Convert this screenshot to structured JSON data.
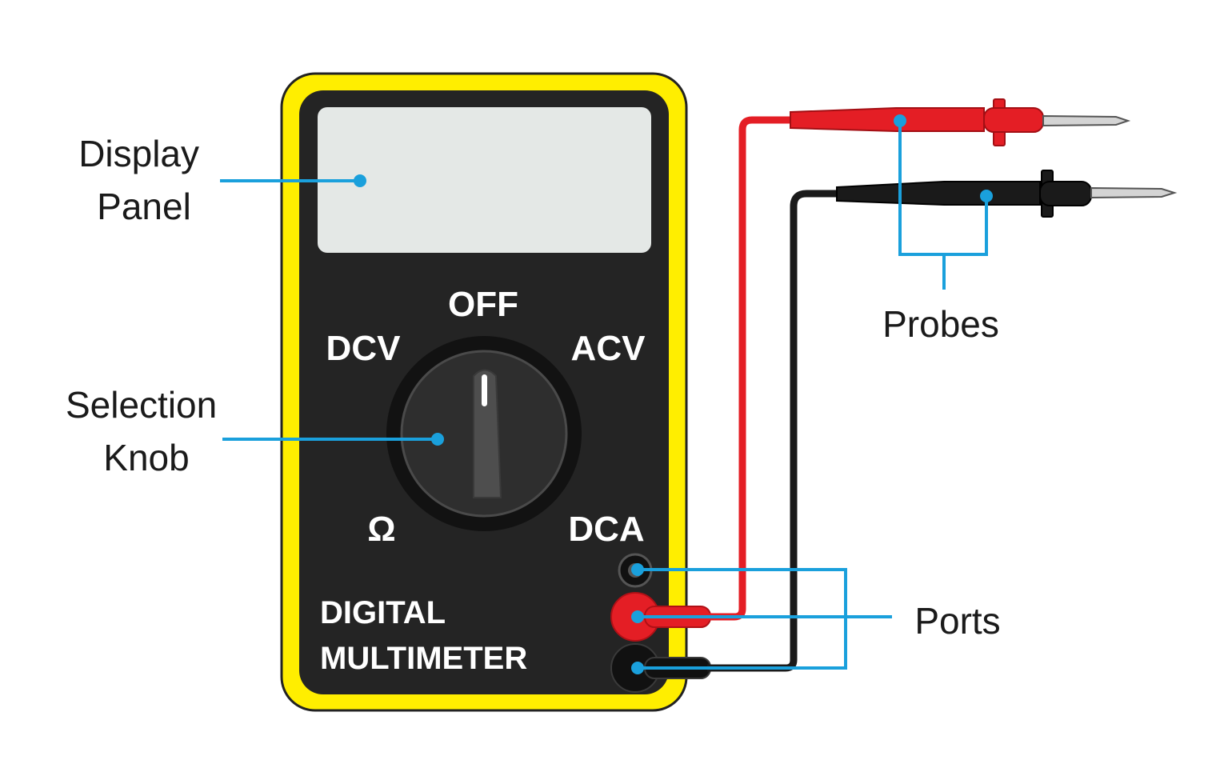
{
  "meter": {
    "dial": {
      "off": "OFF",
      "dcv": "DCV",
      "acv": "ACV",
      "ohm": "Ω",
      "dca": "DCA"
    },
    "brand_line1": "DIGITAL",
    "brand_line2": "MULTIMETER"
  },
  "labels": {
    "display_panel": [
      "Display",
      "Panel"
    ],
    "selection_knob": [
      "Selection",
      "Knob"
    ],
    "probes": "Probes",
    "ports": "Ports"
  },
  "colors": {
    "case": "#ffee00",
    "body": "#242424",
    "screen": "#e4e8e6",
    "red_lead": "#e41e25",
    "black_lead": "#1a1a1a",
    "callout": "#1aa0dc"
  }
}
